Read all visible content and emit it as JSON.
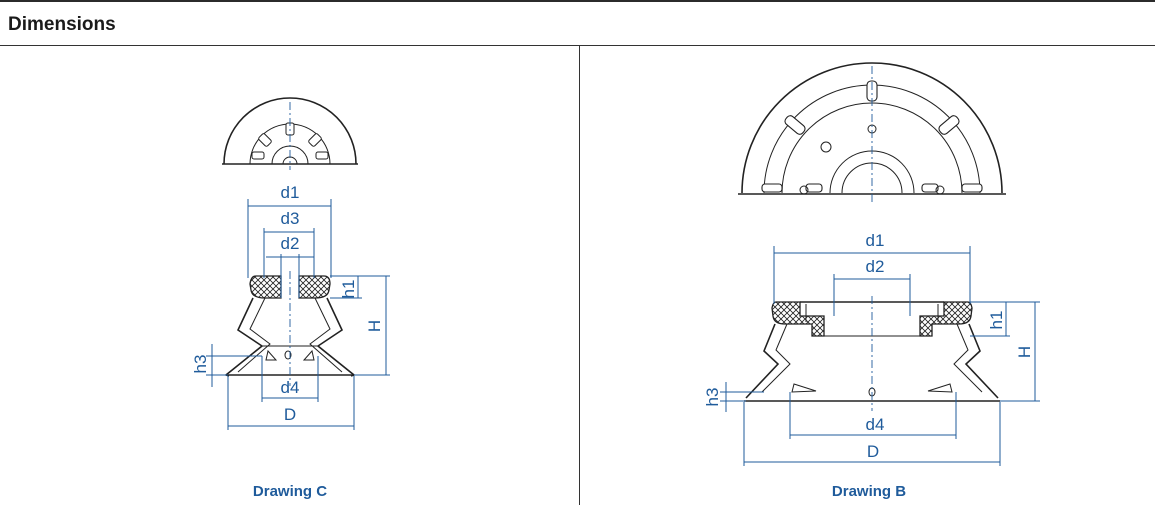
{
  "header": {
    "title": "Dimensions"
  },
  "drawing_c": {
    "caption": "Drawing C",
    "labels": {
      "d1": "d1",
      "d3": "d3",
      "d2": "d2",
      "h1": "h1",
      "H": "H",
      "h3": "h3",
      "d4": "d4",
      "D": "D"
    }
  },
  "drawing_b": {
    "caption": "Drawing B",
    "labels": {
      "d1": "d1",
      "d2": "d2",
      "h1": "h1",
      "H": "H",
      "h3": "h3",
      "d4": "d4",
      "D": "D"
    }
  },
  "colors": {
    "accent": "#1f5b9b",
    "line": "#222222"
  }
}
